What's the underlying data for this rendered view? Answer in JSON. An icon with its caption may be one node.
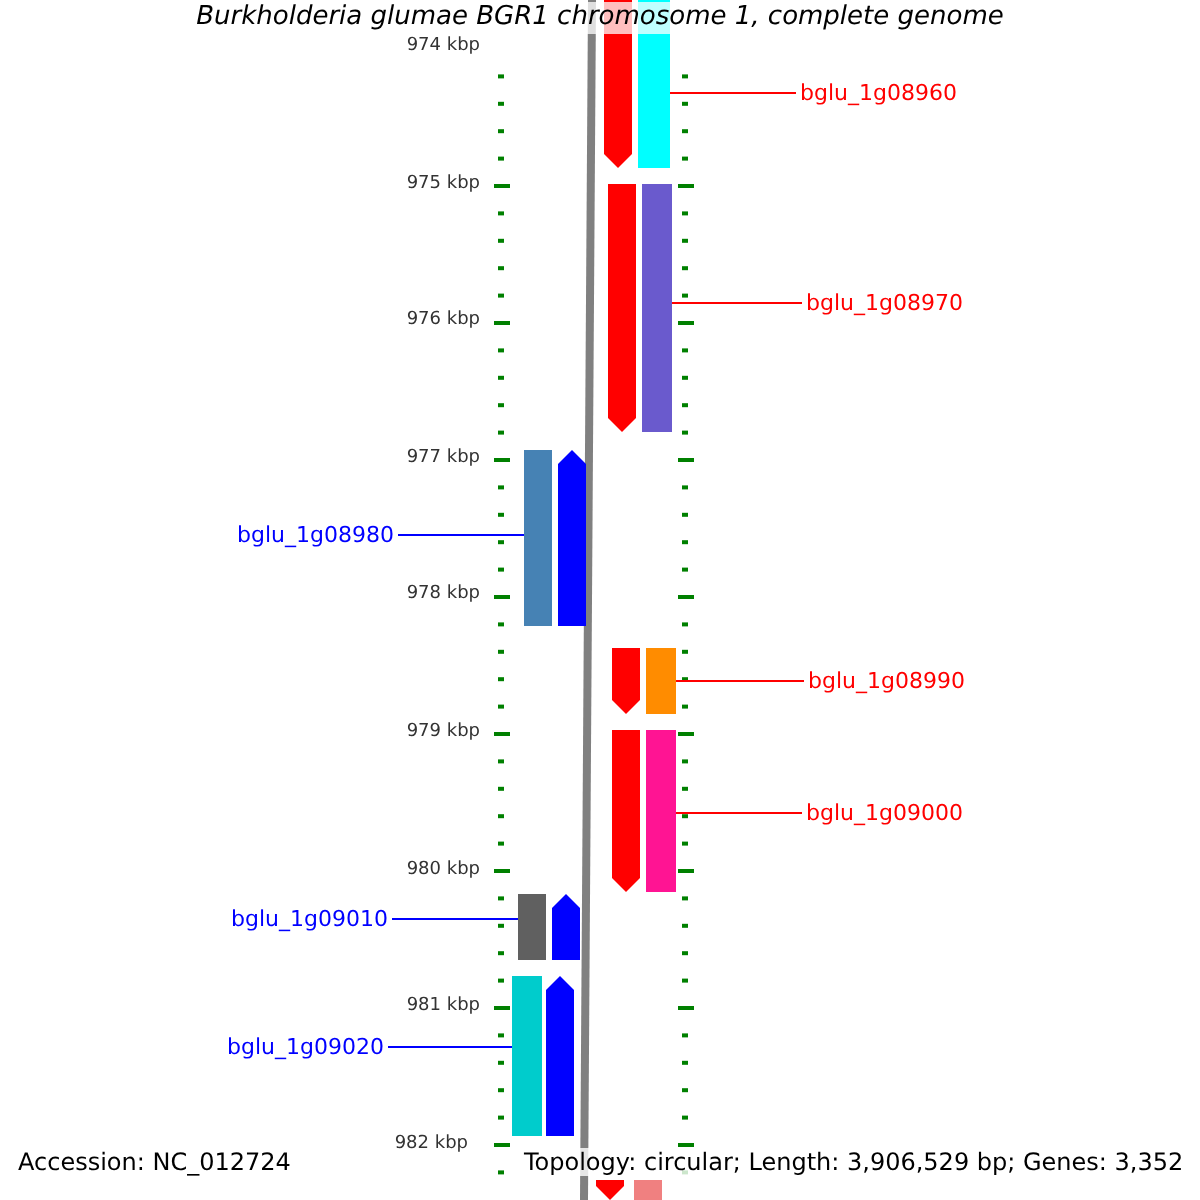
{
  "diagram": {
    "title": "Burkholderia glumae BGR1 chromosome 1, complete genome",
    "nodes": [
      {
        "text": [
          "bglu_1g08960"
        ]
      },
      {
        "text": [
          "bglu_1g08970"
        ]
      },
      {
        "text": [
          "bglu_1g08980"
        ]
      },
      {
        "text": [
          "bglu_1g08990"
        ]
      },
      {
        "text": [
          "bglu_1g09000"
        ]
      },
      {
        "text": [
          "bglu_1g09010"
        ]
      },
      {
        "text": [
          "bglu_1g09020"
        ]
      },
      {
        "text": [],
        "shape": "bar"
      },
      {
        "text": [],
        "shape": "bar"
      },
      {
        "text": [],
        "shape": "bar"
      },
      {
        "text": [],
        "shape": "bar"
      },
      {
        "text": [],
        "shape": "bar"
      },
      {
        "text": [],
        "shape": "bar"
      },
      {
        "text": [],
        "shape": "bar"
      },
      {
        "text": [],
        "shape": "bar"
      },
      {
        "text": [],
        "shape": "bar"
      },
      {
        "text": [],
        "shape": "bar"
      },
      {
        "text": [],
        "shape": "bar"
      },
      {
        "text": [],
        "shape": "bar"
      },
      {
        "text": [],
        "shape": "bar"
      },
      {
        "text": [],
        "shape": "bar"
      },
      {
        "text": [],
        "shape": "bar"
      },
      {
        "text": [],
        "shape": "bar"
      }
    ],
    "edges": [
      {
        "from": 0,
        "to": 7,
        "arrow": "none"
      },
      {
        "from": 1,
        "to": 8,
        "arrow": "none"
      },
      {
        "from": 2,
        "to": 9,
        "arrow": "none",
        "color": "#0000ff"
      },
      {
        "from": 3,
        "to": 10,
        "arrow": "none"
      },
      {
        "from": 4,
        "to": 11,
        "arrow": "none"
      },
      {
        "from": 5,
        "to": 12,
        "arrow": "none",
        "color": "#0000ff"
      },
      {
        "from": 6,
        "to": 13,
        "arrow": "none",
        "color": "#0000ff"
      }
    ],
    "labels": [
      "974 kbp",
      "975 kbp",
      "976 kbp",
      "977 kbp",
      "978 kbp",
      "979 kbp",
      "980 kbp",
      "981 kbp",
      "982 kbp",
      "Accession: NC_012724",
      "Topology: circular; Length: 3,906,529 bp; Genes: 3,352"
    ]
  }
}
